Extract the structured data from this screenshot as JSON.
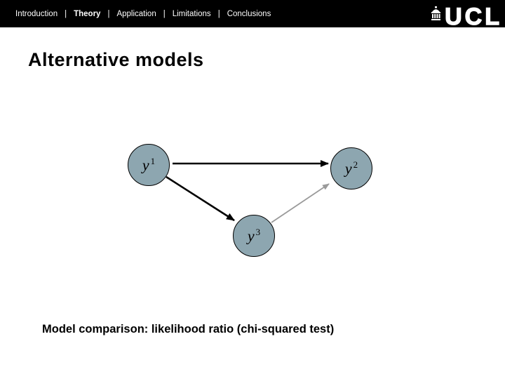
{
  "nav": {
    "separator": "|",
    "items": [
      {
        "label": "Introduction",
        "active": false
      },
      {
        "label": "Theory",
        "active": true
      },
      {
        "label": "Application",
        "active": false
      },
      {
        "label": "Limitations",
        "active": false
      },
      {
        "label": "Conclusions",
        "active": false
      }
    ]
  },
  "logo": {
    "text": "UCL",
    "icon": "ucl-portico-icon"
  },
  "title": "Alternative models",
  "caption": "Model comparison: likelihood ratio (chi-squared test)",
  "diagram": {
    "nodes": [
      {
        "id": "y1",
        "base": "y",
        "sup": "1"
      },
      {
        "id": "y2",
        "base": "y",
        "sup": "2"
      },
      {
        "id": "y3",
        "base": "y",
        "sup": "3"
      }
    ],
    "edges": [
      {
        "from": "y1",
        "to": "y2",
        "color": "black",
        "style": "solid"
      },
      {
        "from": "y1",
        "to": "y3",
        "color": "black",
        "style": "solid"
      },
      {
        "from": "y3",
        "to": "y2",
        "color": "gray",
        "style": "solid"
      }
    ]
  },
  "colors": {
    "topbar_bg": "#000000",
    "topbar_text": "#ffffff",
    "node_fill": "#8da6b0",
    "node_border": "#000000",
    "edge_black": "#000000",
    "edge_gray": "#9a9a9a"
  }
}
